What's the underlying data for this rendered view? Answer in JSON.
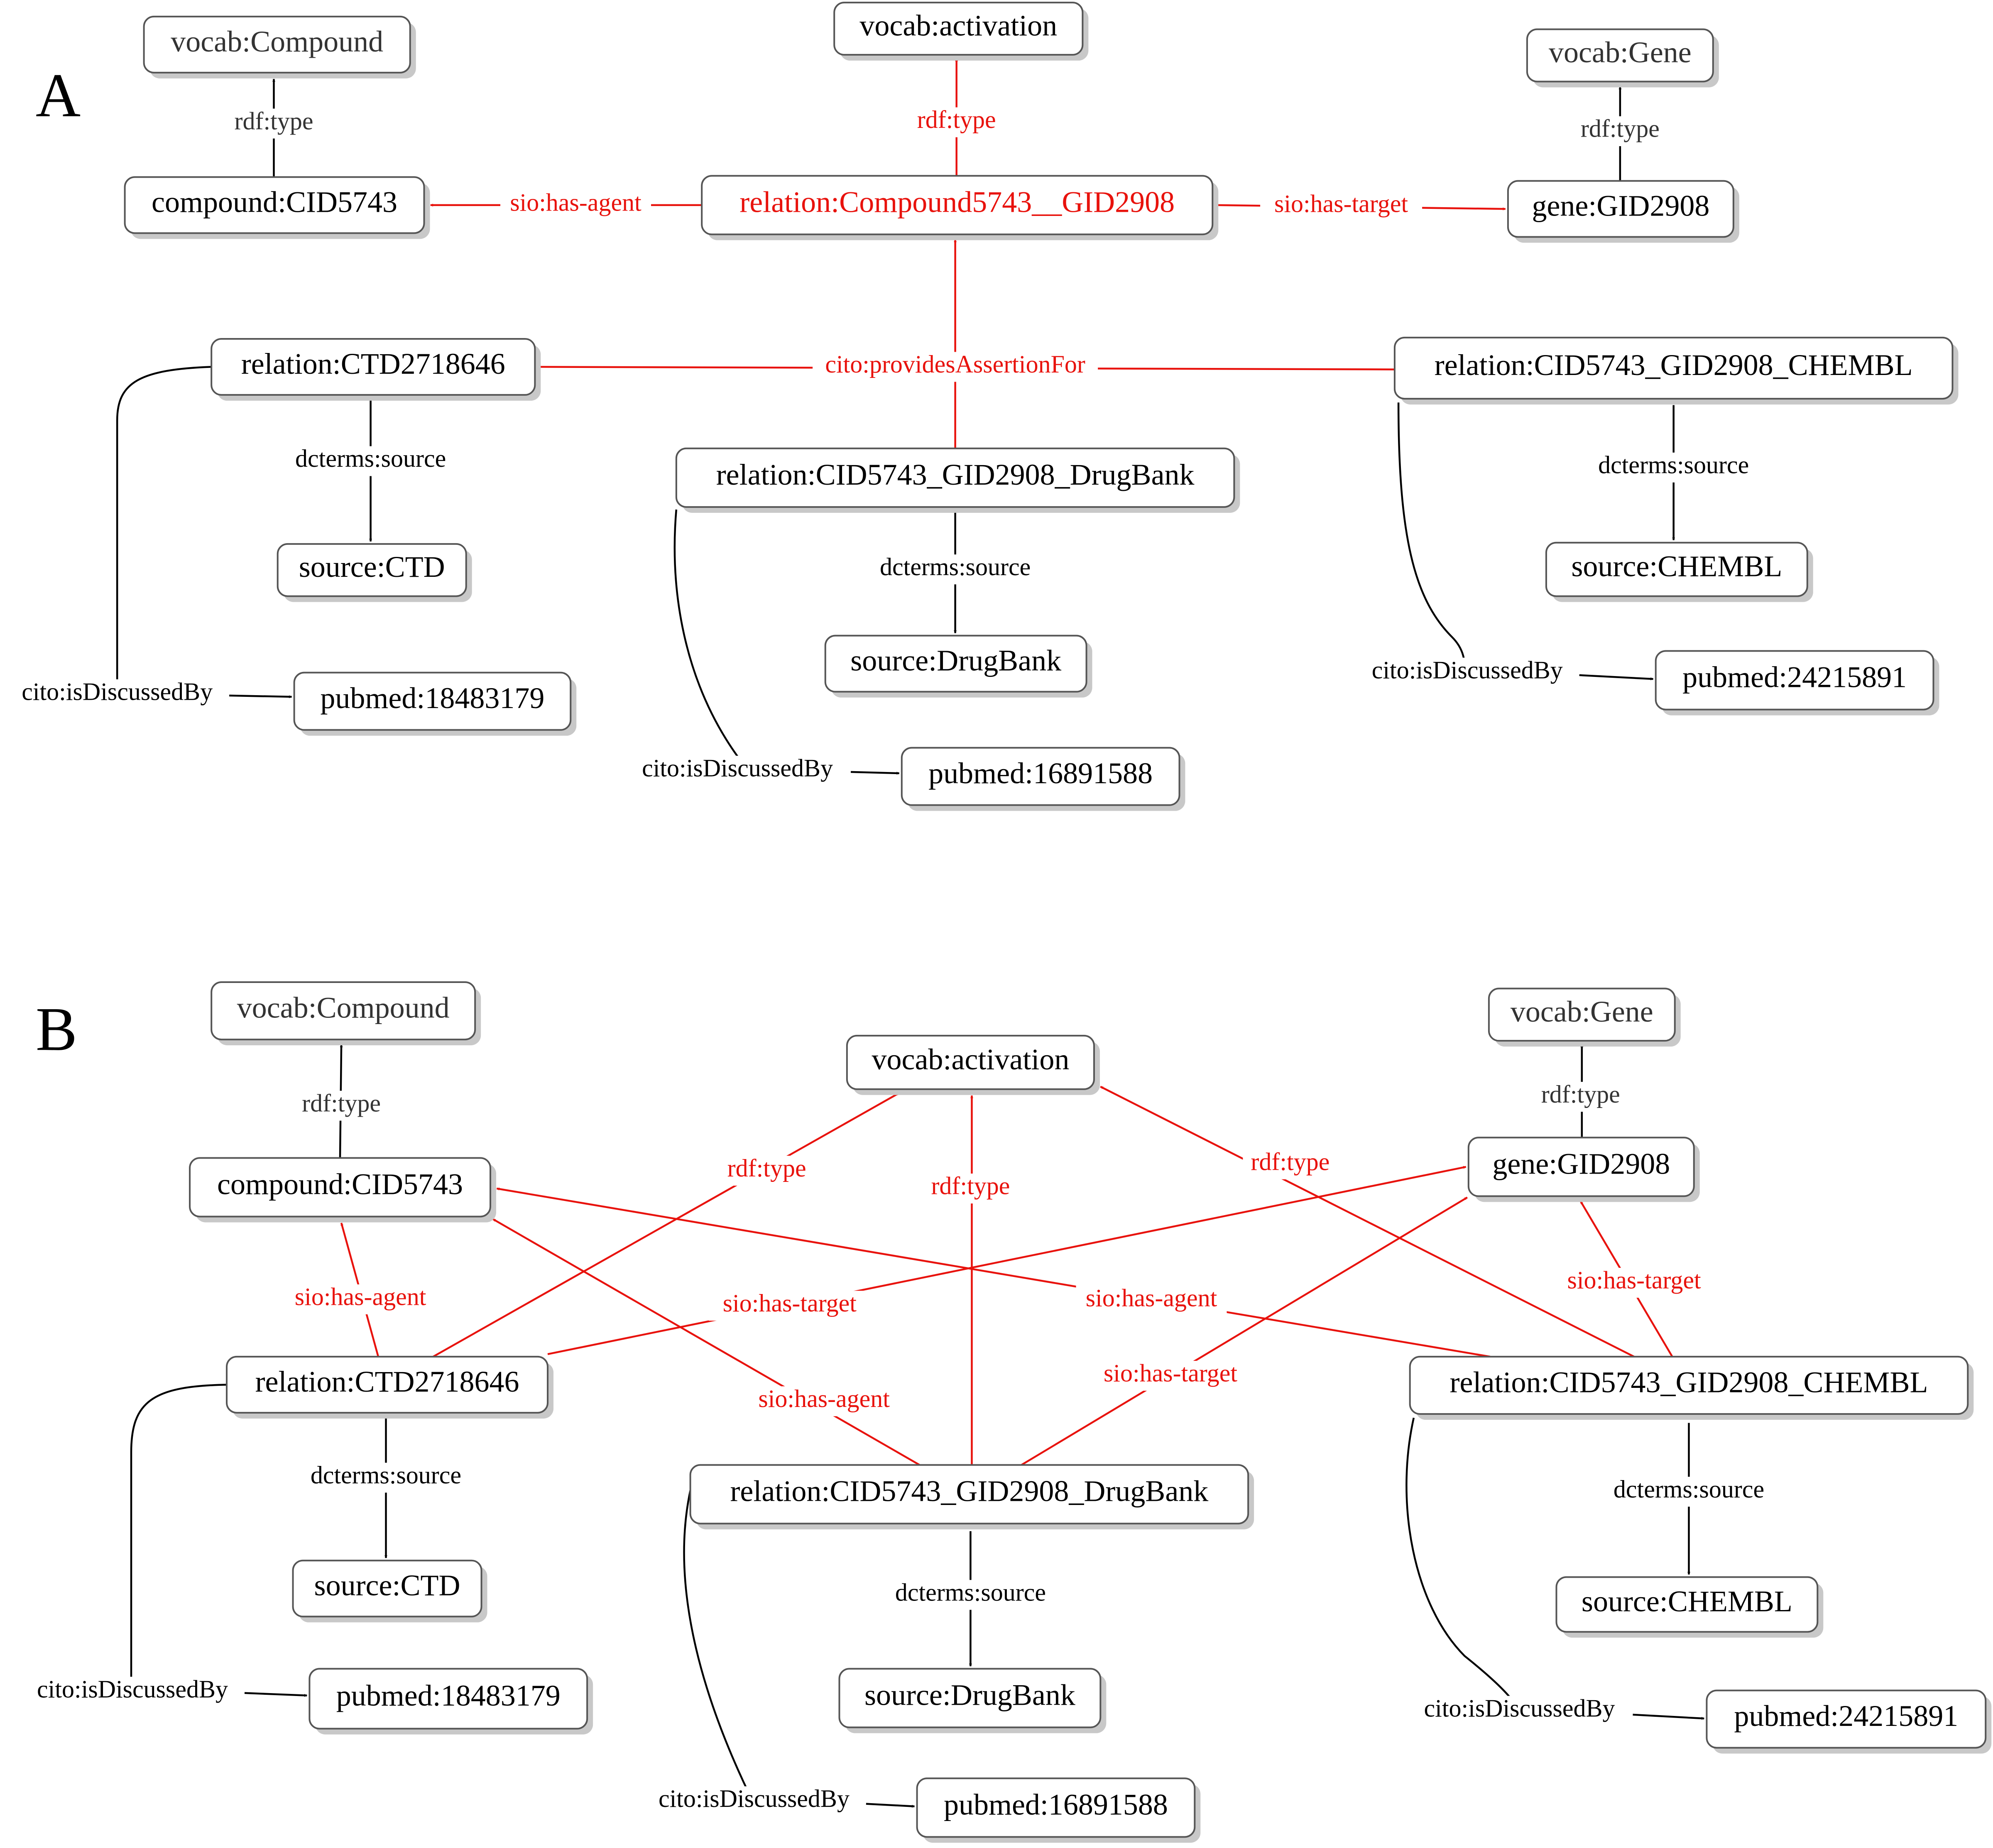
{
  "colors": {
    "black": "#000000",
    "red": "#e8120c",
    "gray_text": "#333333"
  },
  "panels": [
    {
      "letter": "A",
      "nodes": [
        {
          "id": "vocab_compound",
          "label": "vocab:Compound",
          "color": "gray_text"
        },
        {
          "id": "vocab_activation",
          "label": "vocab:activation",
          "color": "black"
        },
        {
          "id": "vocab_gene",
          "label": "vocab:Gene",
          "color": "gray_text"
        },
        {
          "id": "compound",
          "label": "compound:CID5743",
          "color": "black"
        },
        {
          "id": "relation_main",
          "label": "relation:Compound5743__GID2908",
          "color": "red"
        },
        {
          "id": "gene",
          "label": "gene:GID2908",
          "color": "black"
        },
        {
          "id": "rel_ctd",
          "label": "relation:CTD2718646",
          "color": "black"
        },
        {
          "id": "rel_chembl",
          "label": "relation:CID5743_GID2908_CHEMBL",
          "color": "black"
        },
        {
          "id": "rel_drugbank",
          "label": "relation:CID5743_GID2908_DrugBank",
          "color": "black"
        },
        {
          "id": "src_ctd",
          "label": "source:CTD",
          "color": "black"
        },
        {
          "id": "src_chembl",
          "label": "source:CHEMBL",
          "color": "black"
        },
        {
          "id": "src_drugbank",
          "label": "source:DrugBank",
          "color": "black"
        },
        {
          "id": "pm_ctd",
          "label": "pubmed:18483179",
          "color": "black"
        },
        {
          "id": "pm_chembl",
          "label": "pubmed:24215891",
          "color": "black"
        },
        {
          "id": "pm_drugbank",
          "label": "pubmed:16891588",
          "color": "black"
        }
      ],
      "edge_labels": [
        {
          "id": "a_rdf_compound",
          "label": "rdf:type",
          "color": "gray_text"
        },
        {
          "id": "a_rdf_activation",
          "label": "rdf:type",
          "color": "red"
        },
        {
          "id": "a_rdf_gene",
          "label": "rdf:type",
          "color": "gray_text"
        },
        {
          "id": "a_has_agent",
          "label": "sio:has-agent",
          "color": "red"
        },
        {
          "id": "a_has_target",
          "label": "sio:has-target",
          "color": "red"
        },
        {
          "id": "a_provides",
          "label": "cito:providesAssertionFor",
          "color": "red"
        },
        {
          "id": "a_src_ctd",
          "label": "dcterms:source",
          "color": "black"
        },
        {
          "id": "a_src_chembl",
          "label": "dcterms:source",
          "color": "black"
        },
        {
          "id": "a_src_drugbank",
          "label": "dcterms:source",
          "color": "black"
        },
        {
          "id": "a_disc_ctd",
          "label": "cito:isDiscussedBy",
          "color": "black"
        },
        {
          "id": "a_disc_chembl",
          "label": "cito:isDiscussedBy",
          "color": "black"
        },
        {
          "id": "a_disc_drugbank",
          "label": "cito:isDiscussedBy",
          "color": "black"
        }
      ]
    },
    {
      "letter": "B",
      "nodes": [
        {
          "id": "vocab_compound",
          "label": "vocab:Compound",
          "color": "gray_text"
        },
        {
          "id": "vocab_activation",
          "label": "vocab:activation",
          "color": "black"
        },
        {
          "id": "vocab_gene",
          "label": "vocab:Gene",
          "color": "gray_text"
        },
        {
          "id": "compound",
          "label": "compound:CID5743",
          "color": "black"
        },
        {
          "id": "gene",
          "label": "gene:GID2908",
          "color": "black"
        },
        {
          "id": "rel_ctd",
          "label": "relation:CTD2718646",
          "color": "black"
        },
        {
          "id": "rel_chembl",
          "label": "relation:CID5743_GID2908_CHEMBL",
          "color": "black"
        },
        {
          "id": "rel_drugbank",
          "label": "relation:CID5743_GID2908_DrugBank",
          "color": "black"
        },
        {
          "id": "src_ctd",
          "label": "source:CTD",
          "color": "black"
        },
        {
          "id": "src_chembl",
          "label": "source:CHEMBL",
          "color": "black"
        },
        {
          "id": "src_drugbank",
          "label": "source:DrugBank",
          "color": "black"
        },
        {
          "id": "pm_ctd",
          "label": "pubmed:18483179",
          "color": "black"
        },
        {
          "id": "pm_chembl",
          "label": "pubmed:24215891",
          "color": "black"
        },
        {
          "id": "pm_drugbank",
          "label": "pubmed:16891588",
          "color": "black"
        }
      ],
      "edge_labels": [
        {
          "id": "b_rdf_compound",
          "label": "rdf:type",
          "color": "gray_text"
        },
        {
          "id": "b_rdf_gene",
          "label": "rdf:type",
          "color": "gray_text"
        },
        {
          "id": "b_rdf_ctd",
          "label": "rdf:type",
          "color": "red"
        },
        {
          "id": "b_rdf_drugbank",
          "label": "rdf:type",
          "color": "red"
        },
        {
          "id": "b_rdf_chembl",
          "label": "rdf:type",
          "color": "red"
        },
        {
          "id": "b_agent_ctd",
          "label": "sio:has-agent",
          "color": "red"
        },
        {
          "id": "b_agent_chembl",
          "label": "sio:has-agent",
          "color": "red"
        },
        {
          "id": "b_agent_drugbank",
          "label": "sio:has-agent",
          "color": "red"
        },
        {
          "id": "b_target_ctd",
          "label": "sio:has-target",
          "color": "red"
        },
        {
          "id": "b_target_drugbank",
          "label": "sio:has-target",
          "color": "red"
        },
        {
          "id": "b_target_chembl",
          "label": "sio:has-target",
          "color": "red"
        },
        {
          "id": "b_src_ctd",
          "label": "dcterms:source",
          "color": "black"
        },
        {
          "id": "b_src_chembl",
          "label": "dcterms:source",
          "color": "black"
        },
        {
          "id": "b_src_drugbank",
          "label": "dcterms:source",
          "color": "black"
        },
        {
          "id": "b_disc_ctd",
          "label": "cito:isDiscussedBy",
          "color": "black"
        },
        {
          "id": "b_disc_chembl",
          "label": "cito:isDiscussedBy",
          "color": "black"
        },
        {
          "id": "b_disc_drugbank",
          "label": "cito:isDiscussedBy",
          "color": "black"
        }
      ]
    }
  ]
}
